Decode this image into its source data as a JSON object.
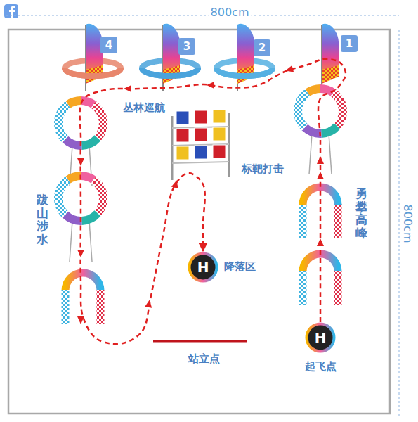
{
  "diagram": {
    "nodes": [
      {
        "text": [
          "H",
          "降落区"
        ]
      },
      {
        "text": [
          "H",
          "起飞点"
        ]
      }
    ],
    "edges": [
      {
        "from": 1,
        "to": 0,
        "arrow": "to"
      }
    ],
    "labels": [
      "800cm",
      "800cm",
      "4",
      "3",
      "2",
      "1",
      "丛林巡航",
      "标靶打击",
      "勇攀高峰",
      "跋山涉水",
      "站立点"
    ]
  }
}
